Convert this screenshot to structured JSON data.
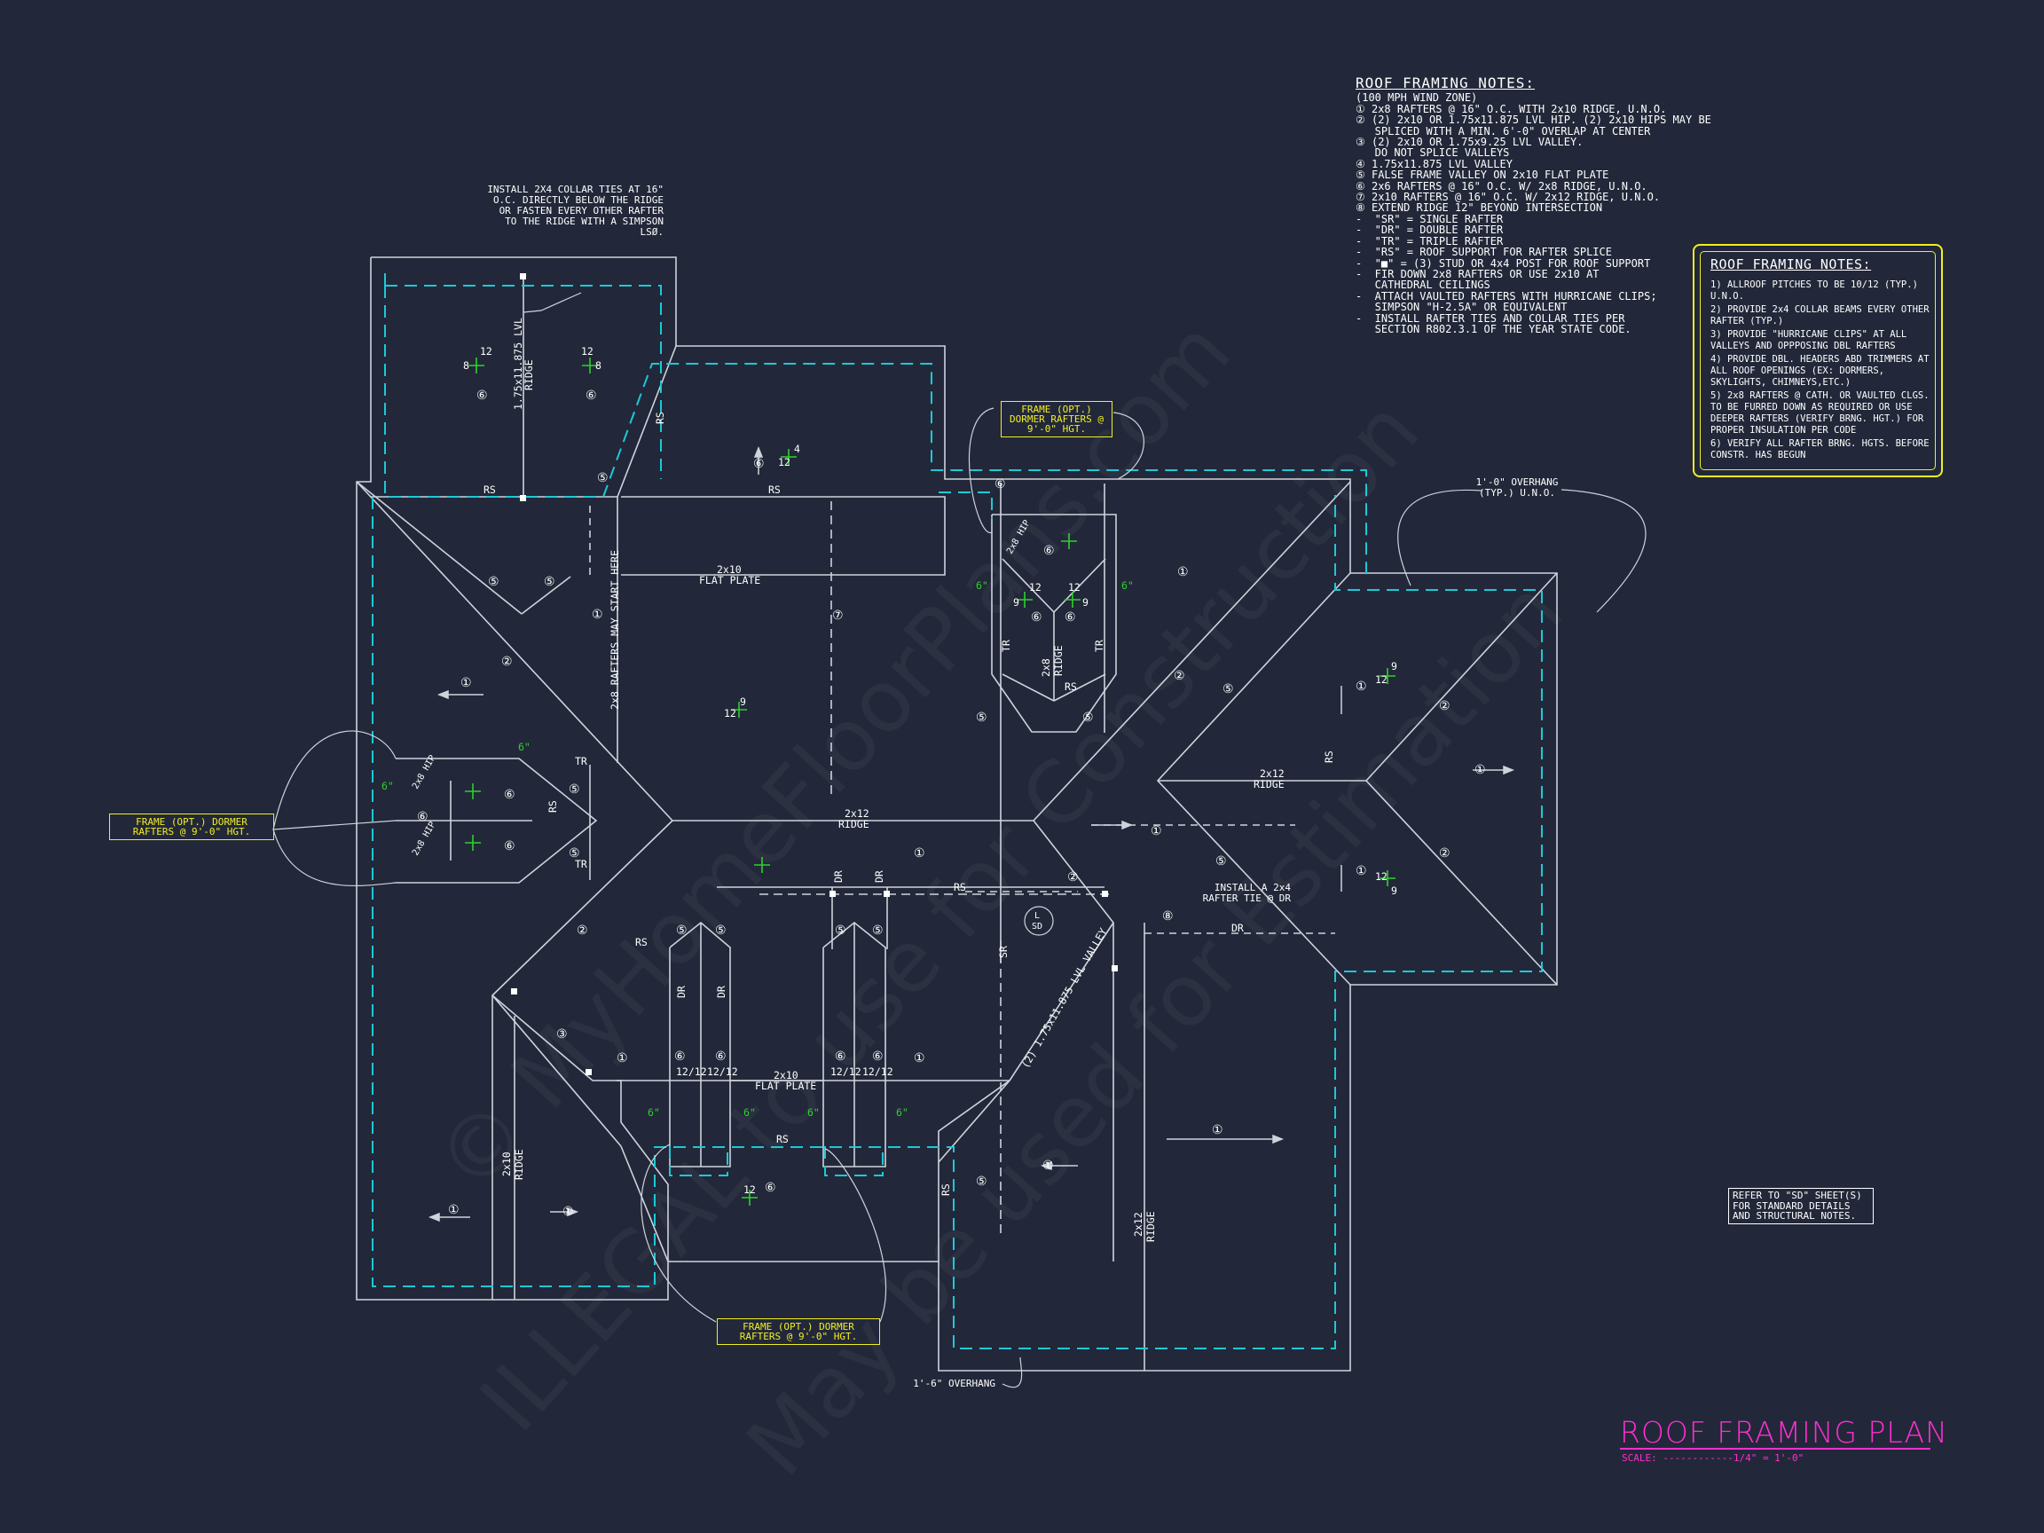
{
  "roof_notes": {
    "title": "ROOF FRAMING NOTES:",
    "lines": [
      "(100 MPH WIND ZONE)",
      "① 2x8 RAFTERS @ 16\" O.C. WITH 2x10 RIDGE, U.N.O.",
      "② (2) 2x10 OR 1.75x11.875 LVL HIP. (2) 2x10 HIPS MAY BE",
      "   SPLICED WITH A MIN. 6'-0\" OVERLAP AT CENTER",
      "③ (2) 2x10 OR 1.75x9.25 LVL VALLEY.",
      "   DO NOT SPLICE VALLEYS",
      "④ 1.75x11.875 LVL VALLEY",
      "⑤ FALSE FRAME VALLEY ON 2x10 FLAT PLATE",
      "⑥ 2x6 RAFTERS @ 16\" O.C. W/ 2x8 RIDGE, U.N.O.",
      "⑦ 2x10 RAFTERS @ 16\" O.C. W/ 2x12 RIDGE, U.N.O.",
      "⑧ EXTEND RIDGE 12\" BEYOND INTERSECTION",
      "-  \"SR\" = SINGLE RAFTER",
      "-  \"DR\" = DOUBLE RAFTER",
      "-  \"TR\" = TRIPLE RAFTER",
      "-  \"RS\" = ROOF SUPPORT FOR RAFTER SPLICE",
      "-  \"■\" = (3) STUD OR 4x4 POST FOR ROOF SUPPORT",
      "-  FIR DOWN 2x8 RAFTERS OR USE 2x10 AT",
      "   CATHEDRAL CEILINGS",
      "-  ATTACH VAULTED RAFTERS WITH HURRICANE CLIPS;",
      "   SIMPSON \"H-2.5A\" OR EQUIVALENT",
      "-  INSTALL RAFTER TIES AND COLLAR TIES PER",
      "   SECTION R802.3.1 OF THE YEAR STATE CODE."
    ]
  },
  "roof_box": {
    "title": "ROOF FRAMING NOTES:",
    "items": [
      "1) ALLROOF PITCHES TO BE  10/12 (TYP.) U.N.O.",
      "2) PROVIDE 2x4 COLLAR BEAMS EVERY OTHER RAFTER (TYP.)",
      "3) PROVIDE \"HURRICANE CLIPS\" AT ALL VALLEYS AND OPPPOSING DBL RAFTERS",
      "4) PROVIDE DBL. HEADERS ABD TRIMMERS AT ALL ROOF OPENINGS (EX: DORMERS, SKYLIGHTS, CHIMNEYS,ETC.)",
      "5) 2x8 RAFTERS @ CATH. OR VAULTED CLGS. TO BE FURRED DOWN AS REQUIRED OR USE DEEPER RAFTERS (VERIFY BRNG. HGT.) FOR PROPER INSULATION PER CODE",
      "6) VERIFY ALL RAFTER BRNG. HGTS. BEFORE CONSTR. HAS BEGUN"
    ]
  },
  "refer_note": "REFER TO \"SD\" SHEET(S) FOR STANDARD DETAILS AND STRUCTURAL NOTES.",
  "title": "ROOF FRAMING PLAN",
  "scale": "SCALE: ------------1/4\" = 1'-0\"",
  "callouts": {
    "collar": "INSTALL 2X4 COLLAR TIES AT 16\" O.C. DIRECTLY BELOW THE RIDGE OR FASTEN EVERY OTHER RAFTER TO THE RIDGE WITH A SIMPSON LSØ.",
    "overhang_right": "1'-0\" OVERHANG (TYP.) U.N.O.",
    "overhang_bottom": "1'-6\" OVERHANG",
    "rafter_tie": "INSTALL A 2x4 RAFTER TIE @ DR",
    "dormer_top": "FRAME (OPT.) DORMER RAFTERS @ 9'-0\" HGT.",
    "dormer_left": "FRAME (OPT.) DORMER RAFTERS @ 9'-0\" HGT.",
    "dormer_bottom": "FRAME (OPT.) DORMER RAFTERS @ 9'-0\" HGT."
  },
  "plan_labels": {
    "rs": "RS",
    "tr": "TR",
    "dr": "DR",
    "sr": "SR",
    "flat_plate": "2x10",
    "flat_plate_sub": "FLAT PLATE",
    "ridge_2x12": "2x12",
    "ridge_word": "RIDGE",
    "ridge_2x10": "2x10",
    "ridge_2x8": "2x8",
    "lvl_ridge": "1.75x11.875 LVL",
    "lvl_valley": "(2) 1.75x11.875 LVL VALLEY",
    "rafters_start": "2x8 RAFTERS MAY START HERE",
    "hip": "2x8 HIP",
    "pitch_1212": "12/12",
    "six_in": "6\"",
    "sd": "SD",
    "l": "L",
    "n1": "①",
    "n2": "②",
    "n3": "③",
    "n4": "④",
    "n5": "⑤",
    "n6": "⑥",
    "n7": "⑦",
    "n8": "⑧",
    "twelve": "12",
    "nine": "9",
    "eight": "8",
    "four": "4"
  },
  "watermark": [
    "© MyHomeFloorPlans.com",
    "ILLEGAL to use for Construction",
    "May be used for Estimation"
  ],
  "colors": {
    "background": "#222839",
    "line": "#cfd3dc",
    "dashed": "#1ec8d6",
    "yellow": "#f2ee24",
    "magenta": "#ff2ed0",
    "green": "#2fd12f"
  }
}
